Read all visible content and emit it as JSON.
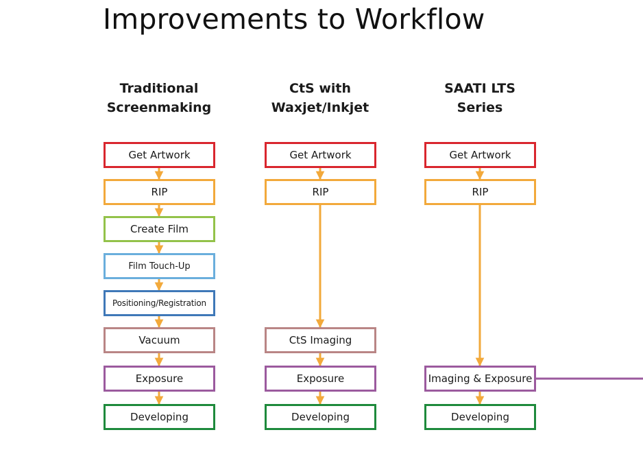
{
  "title": "Improvements to Workflow",
  "colors": {
    "arrow": "#f2a93b",
    "link": "#9b5a9e",
    "red": "#d9262e",
    "orange": "#f2a93b",
    "green": "#93c24a",
    "lightblue": "#6aaedc",
    "blue": "#3f78b8",
    "mauve": "#b98585",
    "purple": "#9b5a9e",
    "darkgreen": "#1e8a3c"
  },
  "columns": [
    {
      "heading_line1": "Traditional",
      "heading_line2": "Screenmaking",
      "steps": [
        {
          "label": "Get Artwork",
          "color": "#d9262e"
        },
        {
          "label": "RIP",
          "color": "#f2a93b"
        },
        {
          "label": "Create Film",
          "color": "#93c24a"
        },
        {
          "label": "Film Touch-Up",
          "color": "#6aaedc"
        },
        {
          "label": "Positioning/Registration",
          "color": "#3f78b8"
        },
        {
          "label": "Vacuum",
          "color": "#b98585"
        },
        {
          "label": "Exposure",
          "color": "#9b5a9e"
        },
        {
          "label": "Developing",
          "color": "#1e8a3c"
        }
      ]
    },
    {
      "heading_line1": "CtS with",
      "heading_line2": "Waxjet/Inkjet",
      "steps": [
        {
          "label": "Get Artwork",
          "color": "#d9262e"
        },
        {
          "label": "RIP",
          "color": "#f2a93b"
        },
        {
          "label": "CtS Imaging",
          "color": "#b98585"
        },
        {
          "label": "Exposure",
          "color": "#9b5a9e"
        },
        {
          "label": "Developing",
          "color": "#1e8a3c"
        }
      ]
    },
    {
      "heading_line1": "SAATI LTS",
      "heading_line2": "Series",
      "steps": [
        {
          "label": "Get Artwork",
          "color": "#d9262e"
        },
        {
          "label": "RIP",
          "color": "#f2a93b"
        },
        {
          "label": "Imaging & Exposure",
          "color": "#9b5a9e"
        },
        {
          "label": "Developing",
          "color": "#1e8a3c"
        }
      ]
    }
  ]
}
